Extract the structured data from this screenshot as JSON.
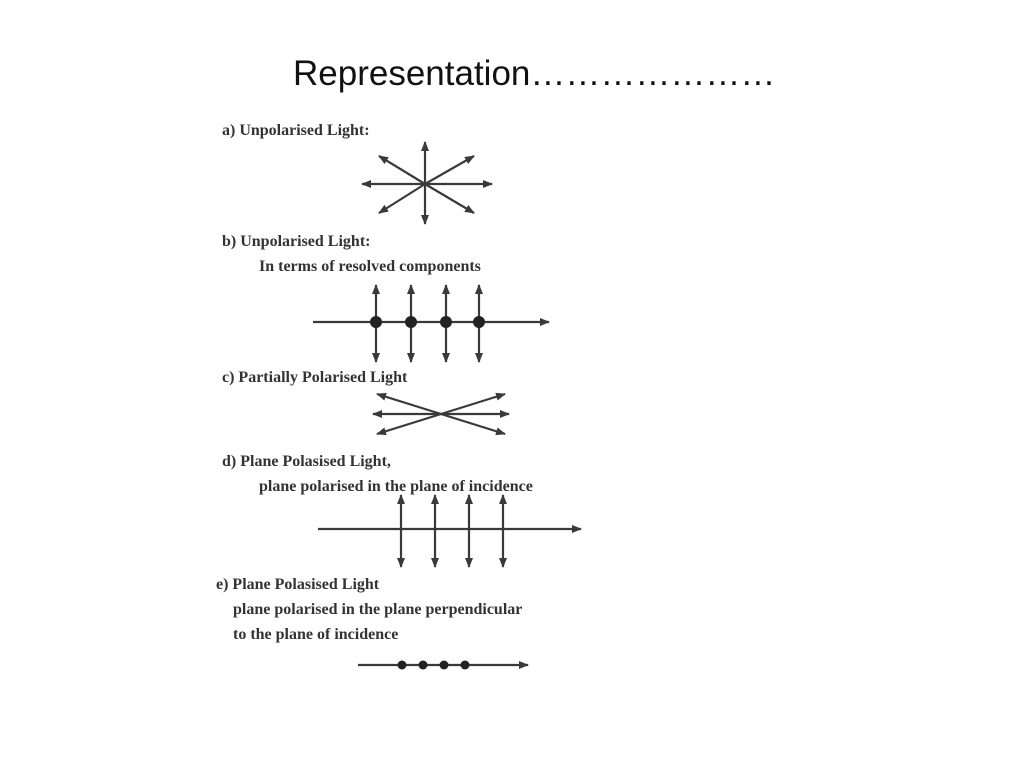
{
  "slide": {
    "title": "Representation…………………"
  },
  "diagram": {
    "a": {
      "label": "a) Unpolarised Light:"
    },
    "b": {
      "label1": "b)   Unpolarised Light:",
      "label2": "In terms of resolved components"
    },
    "c": {
      "label": "c) Partially Polarised Light"
    },
    "d": {
      "label1": "d) Plane Polasised Light,",
      "label2": "plane polarised in the plane of incidence"
    },
    "e": {
      "label1": "e) Plane Polasised Light",
      "label2": "plane polarised in the plane perpendicular",
      "label3": "to the plane of incidence"
    }
  }
}
